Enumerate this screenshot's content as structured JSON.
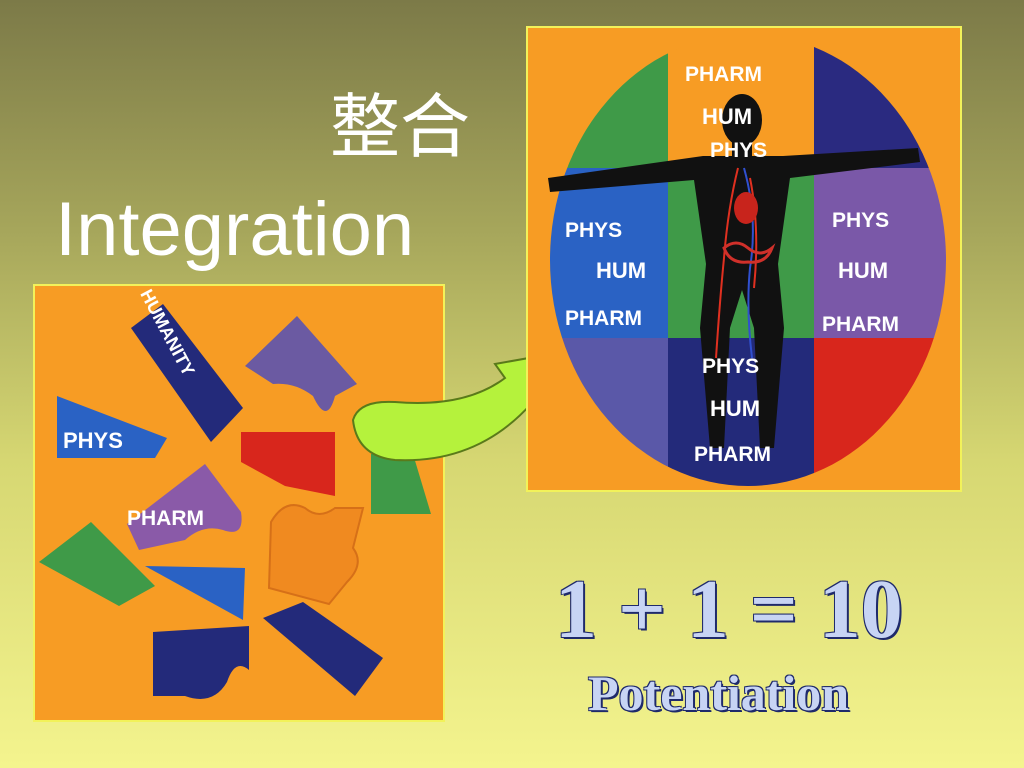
{
  "title": {
    "chinese": "整合",
    "english": "Integration"
  },
  "fragments_panel": {
    "labels": {
      "humanity": "HUMANITY",
      "phys": "PHYS",
      "pharm": "PHARM"
    }
  },
  "figure_panel": {
    "center_top": {
      "pharm": "PHARM",
      "hum": "HUM",
      "phys": "PHYS"
    },
    "left": {
      "phys": "PHYS",
      "hum": "HUM",
      "pharm": "PHARM"
    },
    "right": {
      "phys": "PHYS",
      "hum": "HUM",
      "pharm": "PHARM"
    },
    "center_bottom": {
      "phys": "PHYS",
      "hum": "HUM",
      "pharm": "PHARM"
    }
  },
  "equation": "1 + 1 = 10",
  "subtitle": "Potentiation",
  "colors": {
    "orange": "#f79c24",
    "blue": "#2a62c4",
    "purple": "#7a58a8",
    "green": "#3f9a48",
    "red": "#d8261c",
    "navy": "#232a7a",
    "arrow_green": "#b5f23c"
  }
}
